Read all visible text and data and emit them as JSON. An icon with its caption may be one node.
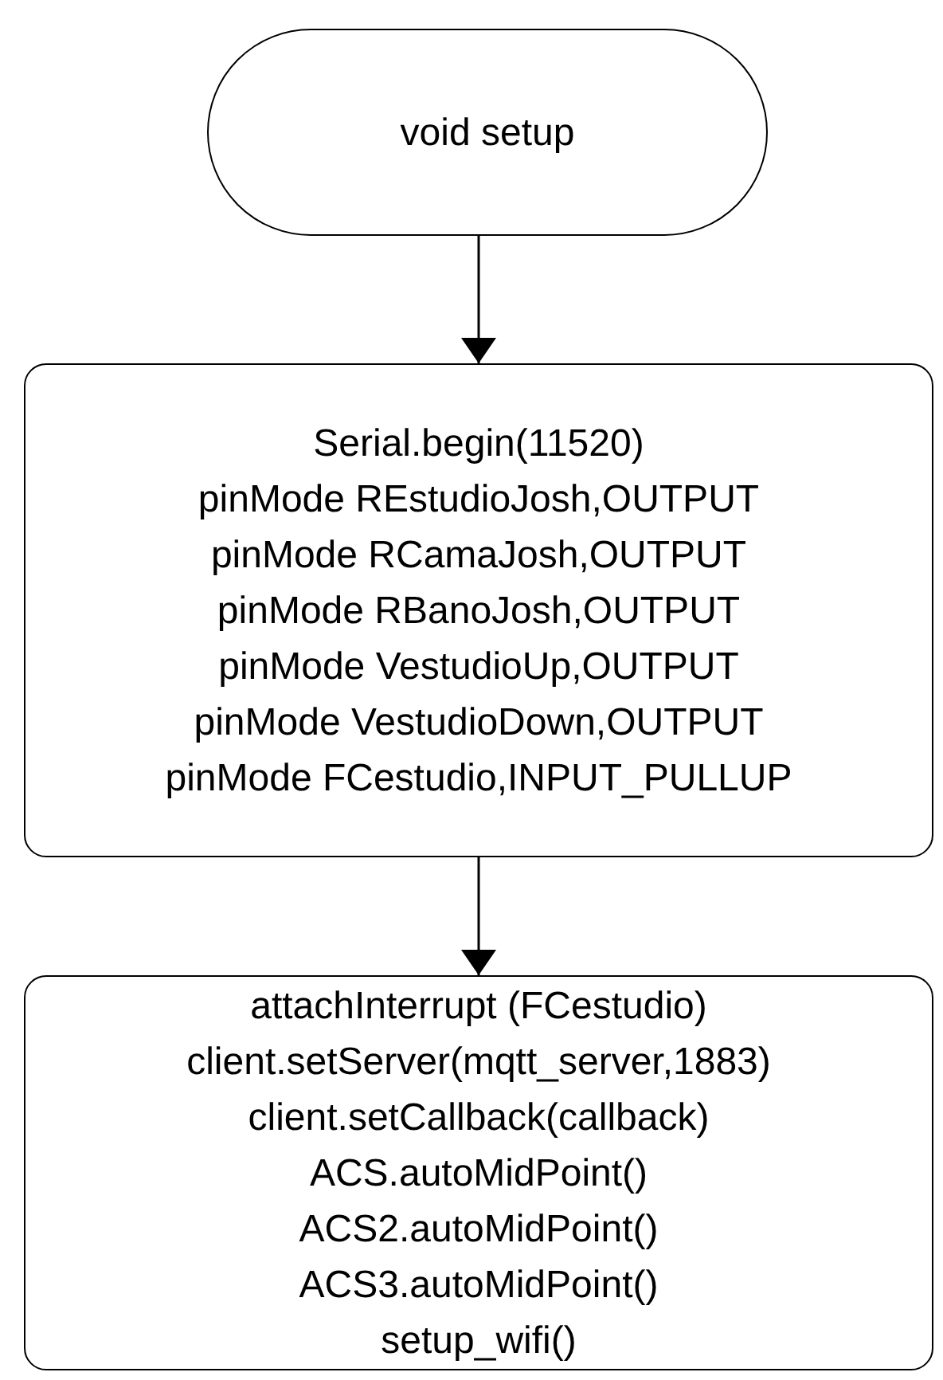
{
  "diagram": {
    "nodes": [
      {
        "text": [
          "void setup"
        ]
      },
      {
        "text": [
          "Serial.begin(11520)",
          "pinMode REstudioJosh,OUTPUT",
          "pinMode RCamaJosh,OUTPUT",
          "pinMode RBanoJosh,OUTPUT",
          "pinMode VestudioUp,OUTPUT",
          "pinMode VestudioDown,OUTPUT",
          "pinMode FCestudio,INPUT_PULLUP"
        ]
      },
      {
        "text": [
          "attachInterrupt (FCestudio)",
          "client.setServer(mqtt_server,1883)",
          "client.setCallback(callback)",
          "ACS.autoMidPoint()",
          "ACS2.autoMidPoint()",
          "ACS3.autoMidPoint()",
          "setup_wifi()"
        ]
      }
    ],
    "edges": [
      {
        "from": 0,
        "to": 1,
        "arrow": "to"
      },
      {
        "from": 1,
        "to": 2,
        "arrow": "to"
      }
    ]
  }
}
